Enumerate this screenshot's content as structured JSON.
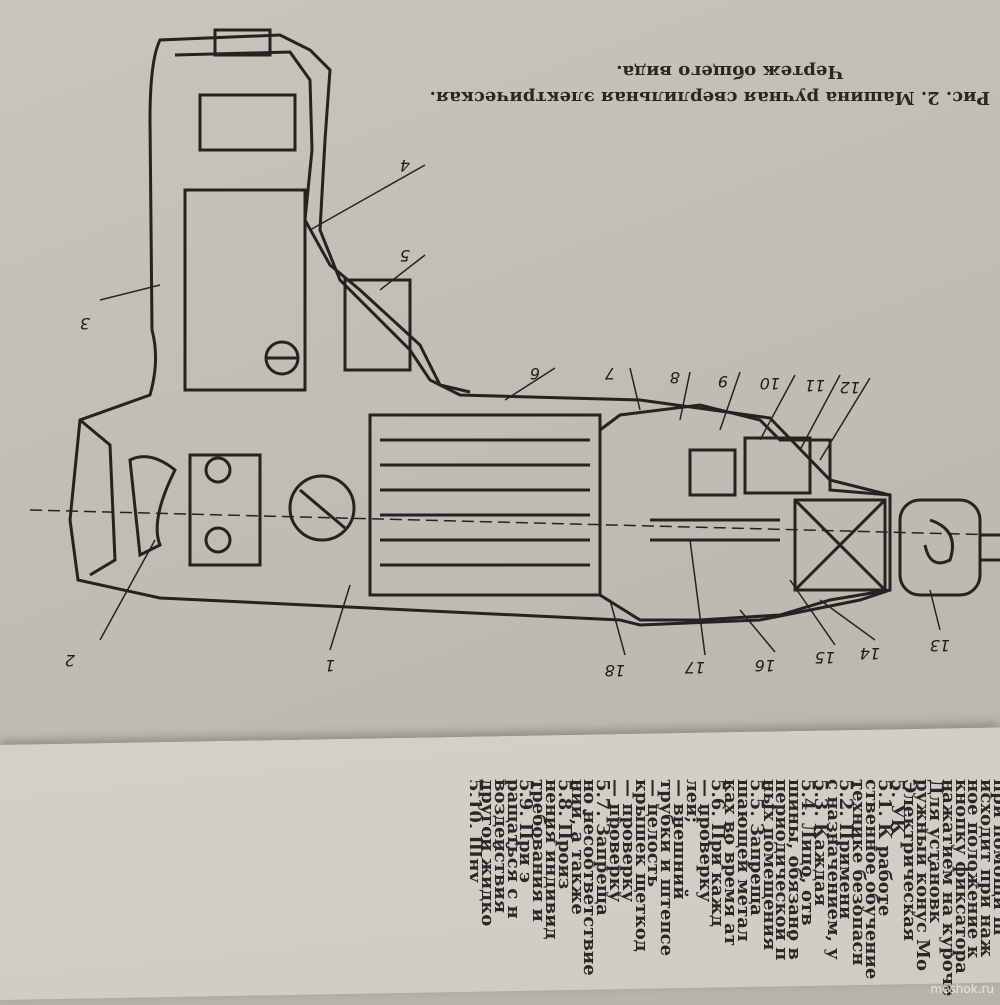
{
  "caption": {
    "line1": "Рис. 2. Машина ручная сверлильная электрическая.",
    "line2": "Чертеж общего вида."
  },
  "callouts": [
    "1",
    "2",
    "3",
    "4",
    "5",
    "6",
    "7",
    "8",
    "9",
    "10",
    "11",
    "12",
    "13",
    "14",
    "15",
    "16",
    "17",
    "18",
    "2"
  ],
  "text_lines": [
    "при помощи ш",
    "исходит при наж",
    "ное положение к",
    "кнопку фиксатора",
    "нажатием на куроче",
    "Для установк",
    "ружный конус Мо",
    "Электрическая",
    "5. УК",
    "5.1. К работе",
    "ственное обучение",
    "технике безопасн",
    "5.2. Примени",
    "с назначением, у",
    "5.3. Каждая",
    "5.4. Лицо, отв",
    "шины, обязано в",
    "периодической п",
    "ных помещения",
    "5.5. Запреща",
    "шающей метал",
    "ках во время ат",
    "5.6. При кажд",
    "— проверку",
    "лей;",
    "— внешний",
    "трубки и штепсе",
    "— целость",
    "крышек щеткод",
    "— проверку",
    "— проверку",
    "5.7. Запреща",
    "но несоответствие",
    "ний, а также",
    "5.8. Произ",
    "нения индивид",
    "требования и",
    "5.9. При э",
    "ращаться с н",
    "воздействия",
    "другой жидко",
    "5.10. Шну"
  ],
  "watermark": "meshok.ru"
}
